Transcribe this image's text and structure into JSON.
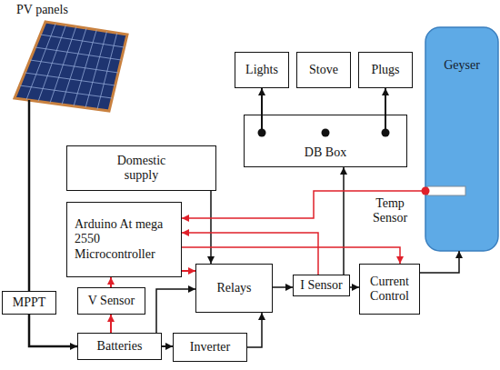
{
  "diagram": {
    "nodes": [
      {
        "text": [
          "PV panels"
        ]
      },
      {
        "text": [
          "Lights"
        ]
      },
      {
        "text": [
          "Stove"
        ]
      },
      {
        "text": [
          "Plugs"
        ]
      },
      {
        "text": [
          "DB Box"
        ]
      },
      {
        "text": [
          "Geyser"
        ]
      },
      {
        "text": [
          "Domestic supply"
        ]
      },
      {
        "text": [
          "Arduino At mega 2550 Microcontroller"
        ]
      },
      {
        "text": [
          "Relays"
        ]
      },
      {
        "text": [
          "I Sensor"
        ]
      },
      {
        "text": [
          "Current Control"
        ]
      },
      {
        "text": [
          "MPPT"
        ]
      },
      {
        "text": [
          "V Sensor"
        ]
      },
      {
        "text": [
          "Batteries"
        ]
      },
      {
        "text": [
          "Inverter"
        ]
      }
    ],
    "edges": [
      {
        "from": 0,
        "to": 11,
        "arrow": "none"
      },
      {
        "from": 11,
        "to": 13,
        "arrow": "to"
      },
      {
        "from": 13,
        "to": 12,
        "arrow": "to"
      },
      {
        "from": 12,
        "to": 7,
        "arrow": "to"
      },
      {
        "from": 13,
        "to": 14,
        "arrow": "to"
      },
      {
        "from": 13,
        "to": 8,
        "arrow": "to"
      },
      {
        "from": 14,
        "to": 8,
        "arrow": "to"
      },
      {
        "from": 6,
        "to": 8,
        "arrow": "to"
      },
      {
        "from": 7,
        "to": 8,
        "arrow": "to"
      },
      {
        "from": 8,
        "to": 9,
        "arrow": "to"
      },
      {
        "from": 9,
        "to": 10,
        "arrow": "to"
      },
      {
        "from": 9,
        "to": 4,
        "arrow": "to"
      },
      {
        "from": 10,
        "to": 5,
        "arrow": "to"
      },
      {
        "from": 4,
        "to": 1,
        "arrow": "to"
      },
      {
        "from": 4,
        "to": 3,
        "arrow": "to"
      },
      {
        "from": 5,
        "to": 7,
        "arrow": "to"
      },
      {
        "from": 9,
        "to": 7,
        "arrow": "to"
      },
      {
        "from": 7,
        "to": 10,
        "arrow": "to"
      }
    ],
    "labels": [
      "Temp Sensor"
    ]
  }
}
